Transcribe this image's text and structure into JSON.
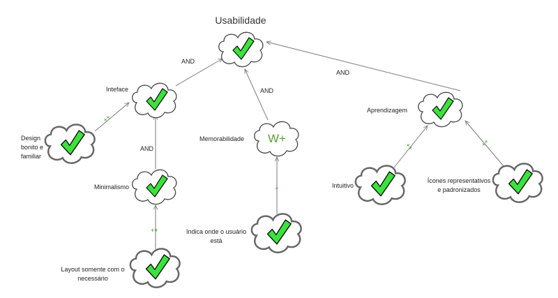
{
  "diagram": {
    "title": "Usabilidade",
    "nodes": {
      "usabilidade": {
        "status": "satisfied"
      },
      "interface": {
        "label": "Inteface",
        "status": "satisfied"
      },
      "memorabilidade": {
        "label": "Memorabilidade",
        "status_text": "W+"
      },
      "aprendizagem": {
        "label": "Aprendizagem",
        "status": "satisfied"
      },
      "design": {
        "label_lines": [
          "Design",
          "bonito e",
          "familiar"
        ],
        "status": "satisfied"
      },
      "minimalismo": {
        "label": "Minimalismo",
        "status": "satisfied"
      },
      "layout": {
        "label_lines": [
          "Layout somente com o",
          "necessário"
        ],
        "status": "satisfied"
      },
      "indica": {
        "label_lines": [
          "Indica onde o usuário",
          "está"
        ],
        "status": "satisfied"
      },
      "intuitivo": {
        "label": "Intuitivo",
        "status": "satisfied"
      },
      "icones": {
        "label_lines": [
          "Ícones representativos",
          "e padronizados"
        ],
        "status": "satisfied"
      }
    },
    "edges": {
      "interface_usabilidade": "AND",
      "memorabilidade_usabilidade": "AND",
      "aprendizagem_usabilidade": "AND",
      "minimalismo_interface": "AND",
      "design_interface": "++",
      "layout_minimalismo": "++",
      "indica_memorabilidade": "+",
      "intuitivo_aprendizagem": "++",
      "icones_aprendizagem": "++"
    },
    "colors": {
      "check_fill": "#3ce23c",
      "contribution_text": "#2a9d2a",
      "weak_positive_text": "#5aa02c",
      "edge": "#7a7a7a"
    },
    "icons": {
      "softgoal": "cloud-icon",
      "satisfied": "checkmark-icon"
    }
  }
}
